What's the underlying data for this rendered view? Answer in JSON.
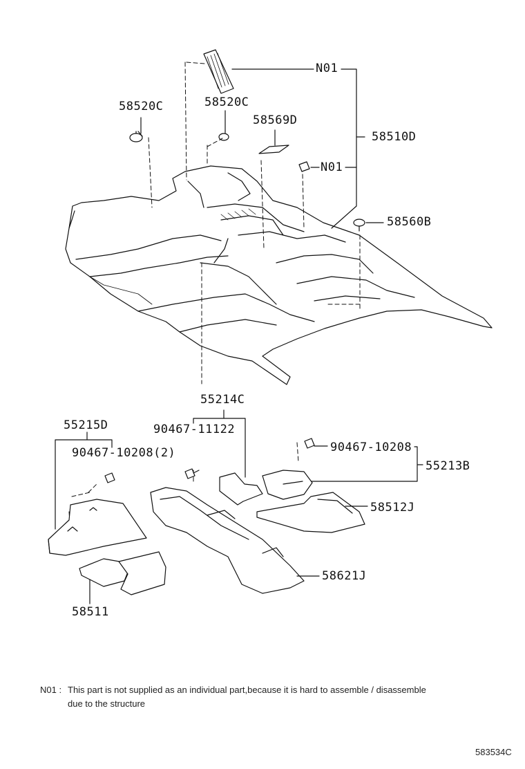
{
  "parts": {
    "n01_top": "N01",
    "p58520c_left": "58520C",
    "p58520c_right": "58520C",
    "p58569d": "58569D",
    "p58510d": "58510D",
    "n01_mid": "N01",
    "p58560b": "58560B",
    "p55214c": "55214C",
    "p55215d": "55215D",
    "p90467_11122": "90467-11122",
    "p90467_10208_2": "90467-10208(2)",
    "p90467_10208": "90467-10208",
    "p55213b": "55213B",
    "p58512j": "58512J",
    "p58621j": "58621J",
    "p58511": "58511"
  },
  "footnote": {
    "code": "N01 :",
    "line1": "This part is not supplied as an individual part,because it is hard to assemble / disassemble",
    "line2": "due to the structure"
  },
  "diagram_code": "583534C",
  "colors": {
    "ink": "#111111",
    "fill": "#ffffff",
    "shade": "#d9d9d9"
  }
}
